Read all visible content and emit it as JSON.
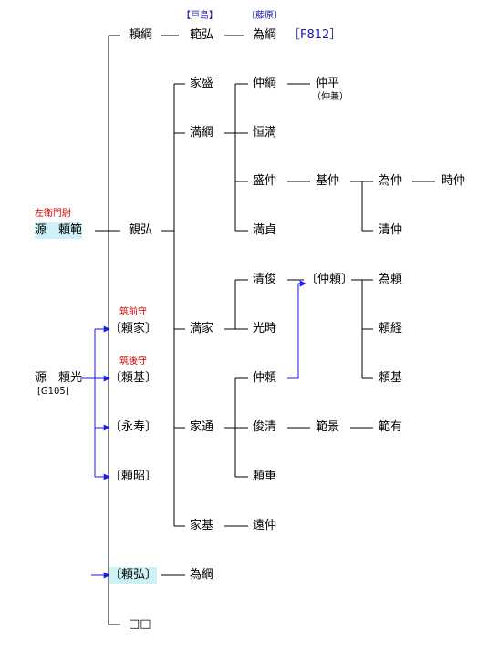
{
  "colors": {
    "line": "#000000",
    "arrow": "#1a1af0",
    "annotation_red": "#d00000",
    "annotation_blue": "#1a1ab0",
    "highlight": "#ccf2f8"
  },
  "nodes": {
    "minamoto_yorinori": "源　頼範",
    "minamoto_yorimitsu": "源　頼光",
    "yorinori_title": "左衛門尉",
    "yorimitsu_ref": "[G105]",
    "yoritsuna": "頼綱",
    "norihiro": "範弘",
    "norihiro_note": "【戸島】",
    "tametsuna_1": "為綱",
    "tametsuna_1_note": "〔藤原〕",
    "tametsuna_1_ref": "［F812］",
    "chikahiro": "親弘",
    "iemori": "家盛",
    "mitsutsuna": "満綱",
    "mitsuie": "満家",
    "iemichi": "家通",
    "iemoto": "家基",
    "nakatsuna": "仲綱",
    "nakahira": "仲平",
    "nakahira_note": "（仲兼）",
    "tsunemitsu": "恒満",
    "morinaka": "盛仲",
    "motonaka": "基仲",
    "tamenaka": "為仲",
    "tokinaka": "時仲",
    "kiyonaka": "清仲",
    "mitsusada": "満貞",
    "kiyotoshi": "清俊",
    "nakayori_b": "〔仲頼〕",
    "tameyori": "為頼",
    "yoritsune": "頼経",
    "yorimoto_2": "頼基",
    "mitsutoki": "光時",
    "nakayori": "仲頼",
    "toshikiyo": "俊清",
    "norikage": "範景",
    "noriari": "範有",
    "yorishige": "頼重",
    "tonaka": "遠仲",
    "yoriie_b": "〔頼家〕",
    "yoriie_title": "筑前守",
    "yorimoto_b": "〔頼基〕",
    "yorimoto_title": "筑後守",
    "eiju_b": "〔永寿〕",
    "yoriaki_b": "〔頼昭〕",
    "yorihiro_b": "〔頼弘〕",
    "tametsuna_2": "為綱",
    "unknown": "□□"
  }
}
